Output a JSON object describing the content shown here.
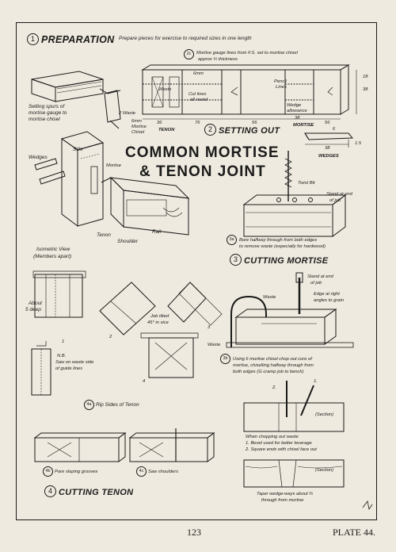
{
  "sections": {
    "preparation": {
      "number": "1",
      "title": "PREPARATION",
      "note": "Prepare pieces for exercise to required sizes in one length"
    },
    "setting_out": {
      "number": "2",
      "title": "SETTING OUT"
    },
    "cutting_mortise": {
      "number": "3",
      "title": "CUTTING MORTISE"
    },
    "cutting_tenon": {
      "number": "4",
      "title": "CUTTING TENON"
    }
  },
  "main_title": {
    "line1": "COMMON MORTISE",
    "line2": "& TENON JOINT"
  },
  "labels": {
    "setting_spurs": [
      "Setting spurs of",
      "mortise gauge to",
      "mortise chisel"
    ],
    "waste_6mm": "2 Waste",
    "mortise_chisel": [
      "6mm",
      "Mortise",
      "Chisel"
    ],
    "mortise_gauge_step": "2c",
    "mortise_gauge_note": [
      "Mortise gauge lines from F.S. set to mortise chisel",
      "approx ⅓ thickness"
    ],
    "dim_6mm": "6mm",
    "waste": "Waste",
    "cut_lines": [
      "Cut lines",
      "all round"
    ],
    "pencil_lines": [
      "Pencil",
      "Lines"
    ],
    "wedge_allowance": [
      "Wedge",
      "allowance"
    ],
    "dims_bottom": [
      "36",
      "76",
      "56",
      "38",
      "56"
    ],
    "tenon": "TENON",
    "mortise": "MORTISE",
    "dim_18": "18",
    "dim_38": "38",
    "wedges_dims": [
      "6",
      "38",
      "1.5"
    ],
    "wedges_caption": "WEDGES",
    "wedges": "Wedges",
    "stile": "Stile",
    "mortise_label": "Mortise",
    "tenon_label": "Tenon",
    "shoulder": "Shoulder",
    "rail": "Rail",
    "iso_view": [
      "Isometric View",
      "(Members apart)"
    ],
    "twist_bit": "Twist Bit",
    "stand_end_job": [
      "Stand at end",
      "of job"
    ],
    "step_3a": "3a",
    "bore_note": [
      "Bore halfway through from both edges",
      "to remove waste (especially for hardwood)"
    ],
    "about_5_deep": [
      "About",
      "5 deep"
    ],
    "job_tilted": [
      "Job tilted",
      "45° in vice"
    ],
    "fig_nums": [
      "1",
      "2",
      "3",
      "4"
    ],
    "nb_note": [
      "N.B.",
      "Saw on waste side",
      "of guide lines"
    ],
    "step_4a": "4a",
    "rip_sides": "Rip Sides of Tenon",
    "stand_end_job2": [
      "Stand at end",
      "of job"
    ],
    "edge_right_angles": [
      "Edge at right",
      "angles to grain"
    ],
    "waste_top": "Waste",
    "waste_left": "Waste",
    "step_3b": "3b",
    "chisel_note": [
      "Using 6 mortise chisel chop out core of",
      "mortise, chiselling halfway through from",
      "both edges (G cramp job to bench)"
    ],
    "fig_2": "2.",
    "fig_1": "1.",
    "section": "(Section)",
    "chop_notes": [
      "When chopping out waste",
      "1. Bevel used for better leverage",
      "2. Square ends with chisel face out"
    ],
    "section2": "(Section)",
    "taper_note": [
      "Taper wedge-ways about ⅔",
      "through from mortise"
    ],
    "step_4b": "4b",
    "pare_grooves": "Pare sloping grooves",
    "step_4c": "4c",
    "saw_shoulders": "Saw shoulders"
  },
  "footer": {
    "page": "123",
    "plate": "PLATE 44."
  }
}
